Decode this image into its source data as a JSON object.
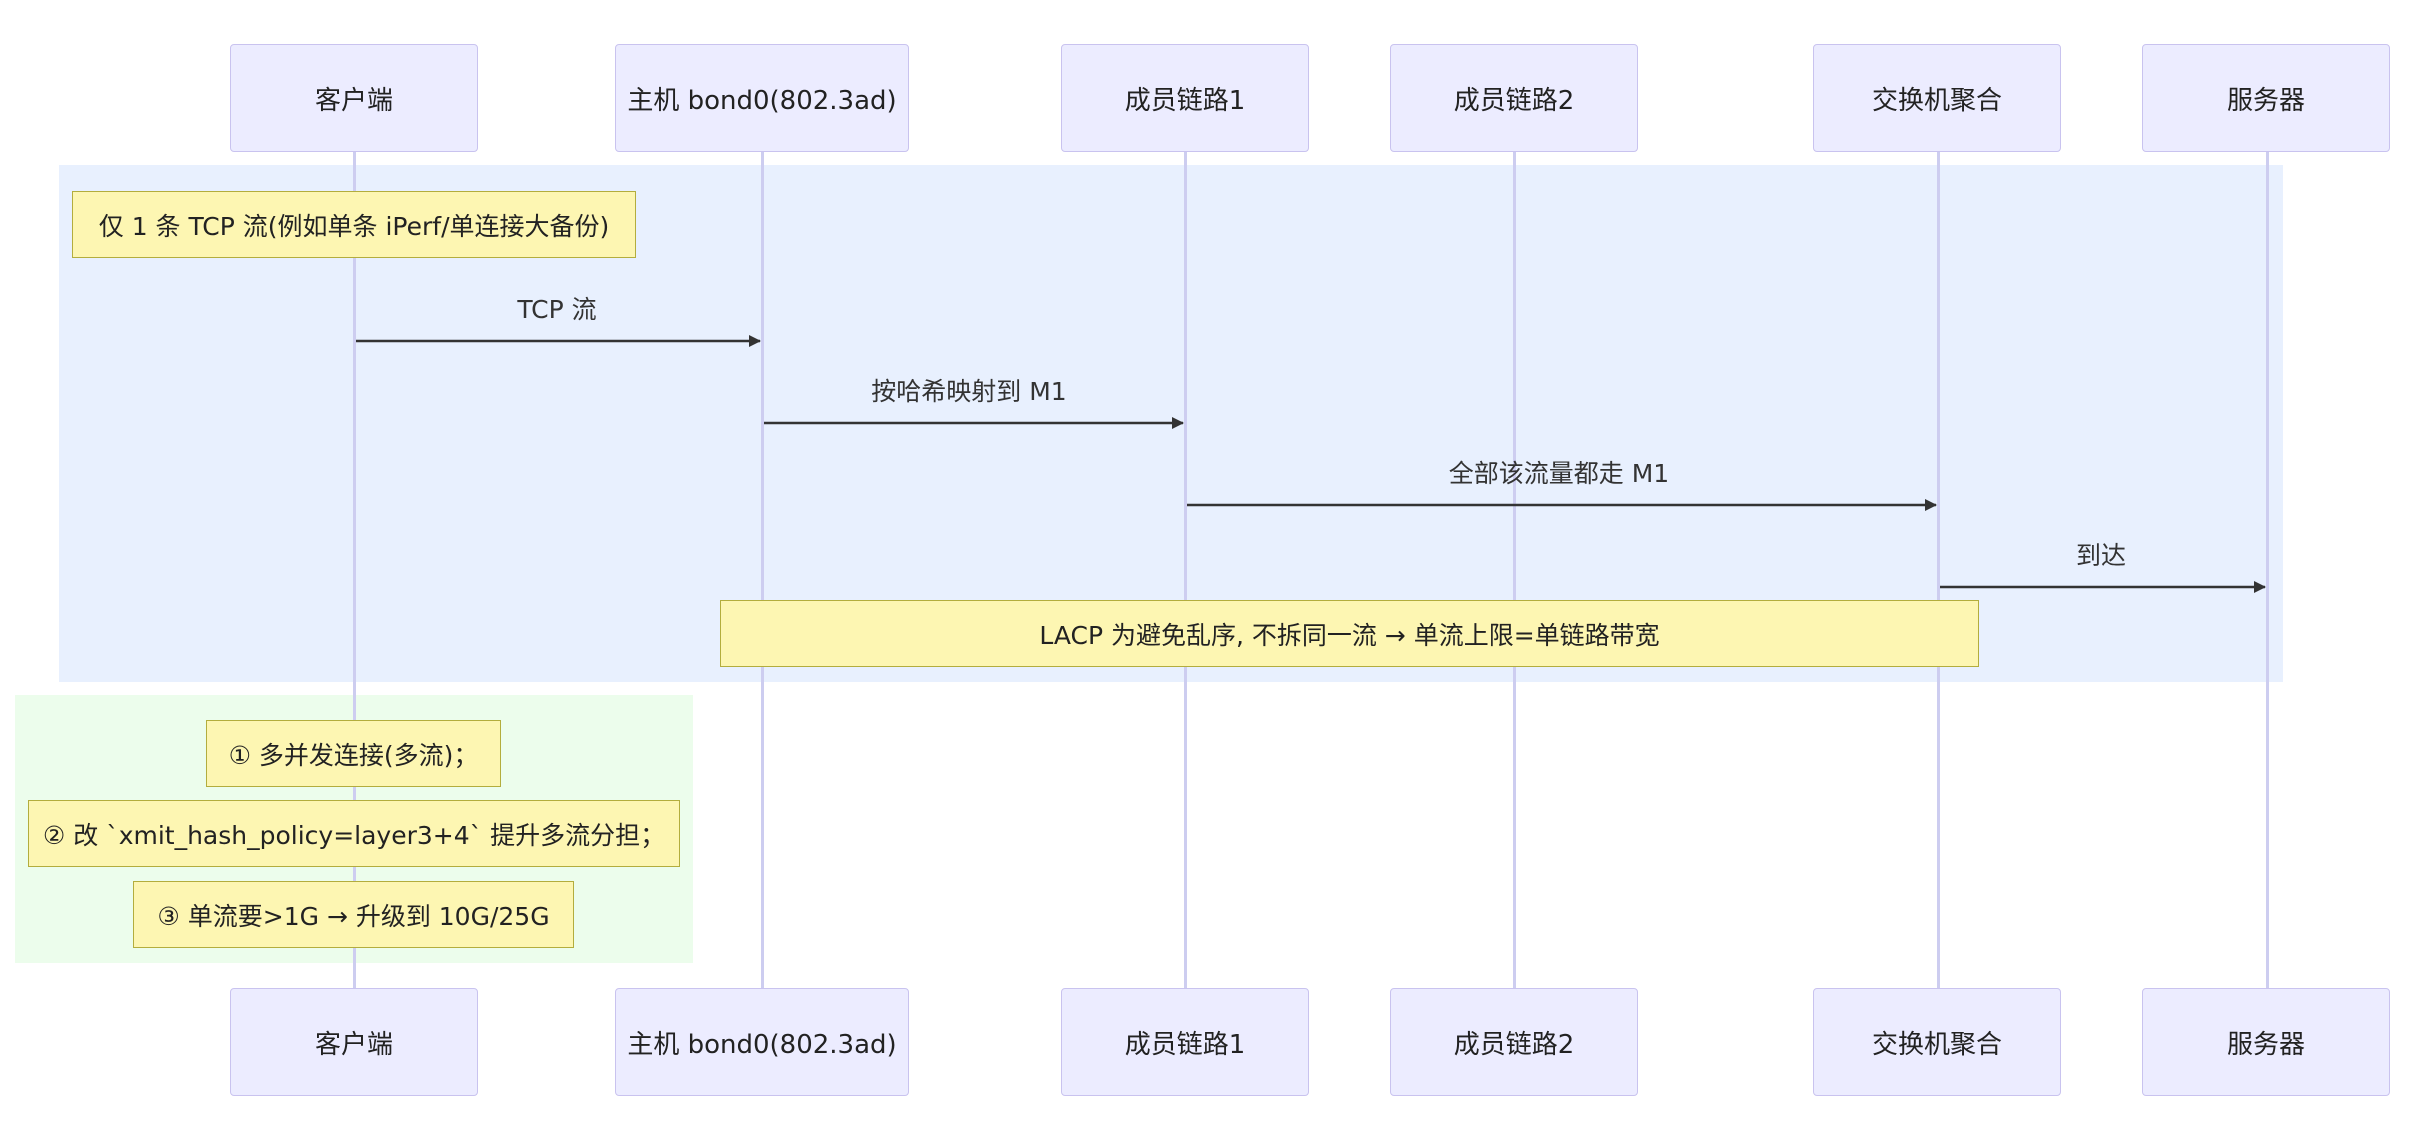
{
  "participants": [
    {
      "id": "client",
      "label": "客户端"
    },
    {
      "id": "host",
      "label": "主机 bond0(802.3ad)"
    },
    {
      "id": "m1",
      "label": "成员链路1"
    },
    {
      "id": "m2",
      "label": "成员链路2"
    },
    {
      "id": "switch",
      "label": "交换机聚合"
    },
    {
      "id": "server",
      "label": "服务器"
    }
  ],
  "notes": {
    "single_flow": "仅 1 条 TCP 流(例如单条 iPerf/单连接大备份)",
    "lacp": "LACP 为避免乱序, 不拆同一流 → 单流上限=单链路带宽",
    "tip1": "① 多并发连接(多流)；",
    "tip2": "② 改 `xmit_hash_policy=layer3+4` 提升多流分担；",
    "tip3": "③ 单流要>1G → 升级到 10G/25G"
  },
  "messages": [
    {
      "from": "client",
      "to": "host",
      "label": "TCP 流"
    },
    {
      "from": "host",
      "to": "m1",
      "label": "按哈希映射到 M1"
    },
    {
      "from": "m1",
      "to": "switch",
      "label": "全部该流量都走 M1"
    },
    {
      "from": "switch",
      "to": "server",
      "label": "到达"
    }
  ],
  "colors": {
    "loop_region": "#e8f0fe",
    "tips_region": "#ecfdec",
    "actor_fill": "#ececff",
    "note_fill": "#fdf6b2",
    "arrow": "#333333"
  }
}
